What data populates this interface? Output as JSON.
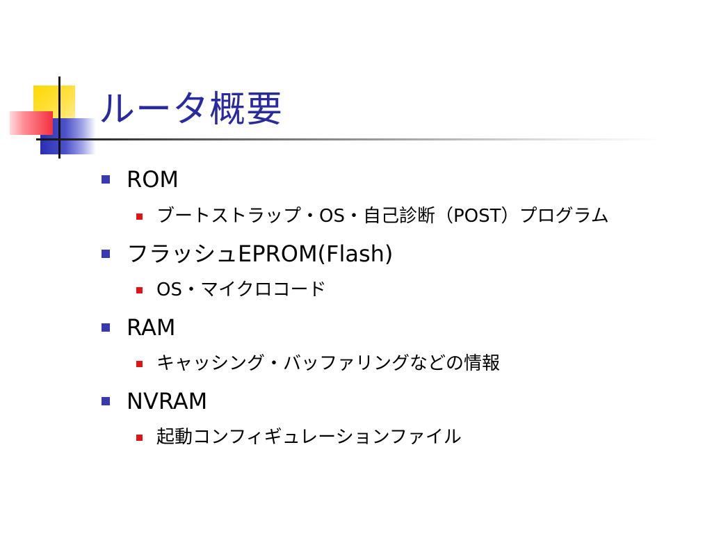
{
  "slide": {
    "title": "ルータ概要",
    "items": [
      {
        "label": "ROM",
        "sub": "ブートストラップ・OS・自己診断（POST）プログラム"
      },
      {
        "label": "フラッシュEPROM(Flash)",
        "sub": "OS・マイクロコード"
      },
      {
        "label": "RAM",
        "sub": "キャッシング・バッファリングなどの情報"
      },
      {
        "label": "NVRAM",
        "sub": "起動コンフィギュレーションファイル"
      }
    ]
  },
  "colors": {
    "title": "#2a2aa0",
    "level1_bullet": "#3a3ab0",
    "level2_bullet": "#e01414"
  }
}
